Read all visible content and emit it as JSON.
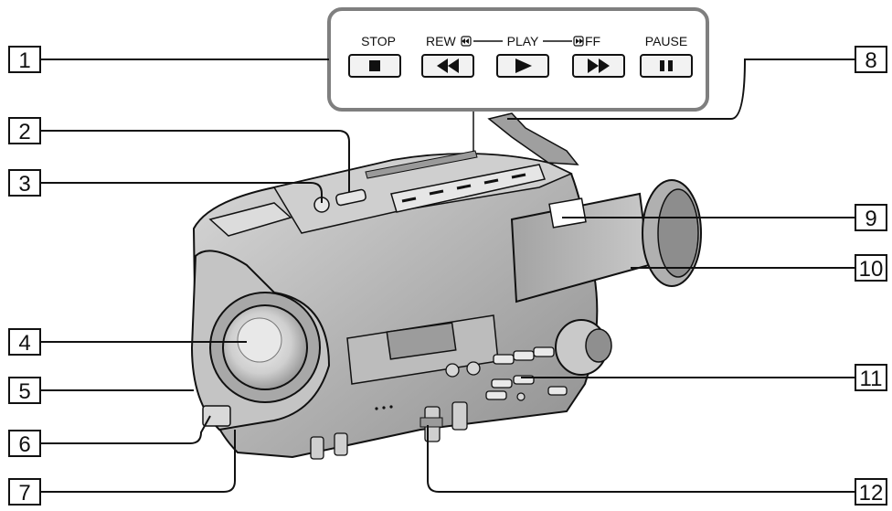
{
  "control_panel": {
    "stop": "STOP",
    "rew": "REW",
    "play": "PLAY",
    "ff": "FF",
    "pause": "PAUSE"
  },
  "callouts": [
    "1",
    "2",
    "3",
    "4",
    "5",
    "6",
    "7",
    "8",
    "9",
    "10",
    "11",
    "12"
  ],
  "colors": {
    "outline": "#111111",
    "camera_gray": "#b8b8b8",
    "panel_border": "#7f7f7f",
    "button_light": "#f2f2f2"
  }
}
